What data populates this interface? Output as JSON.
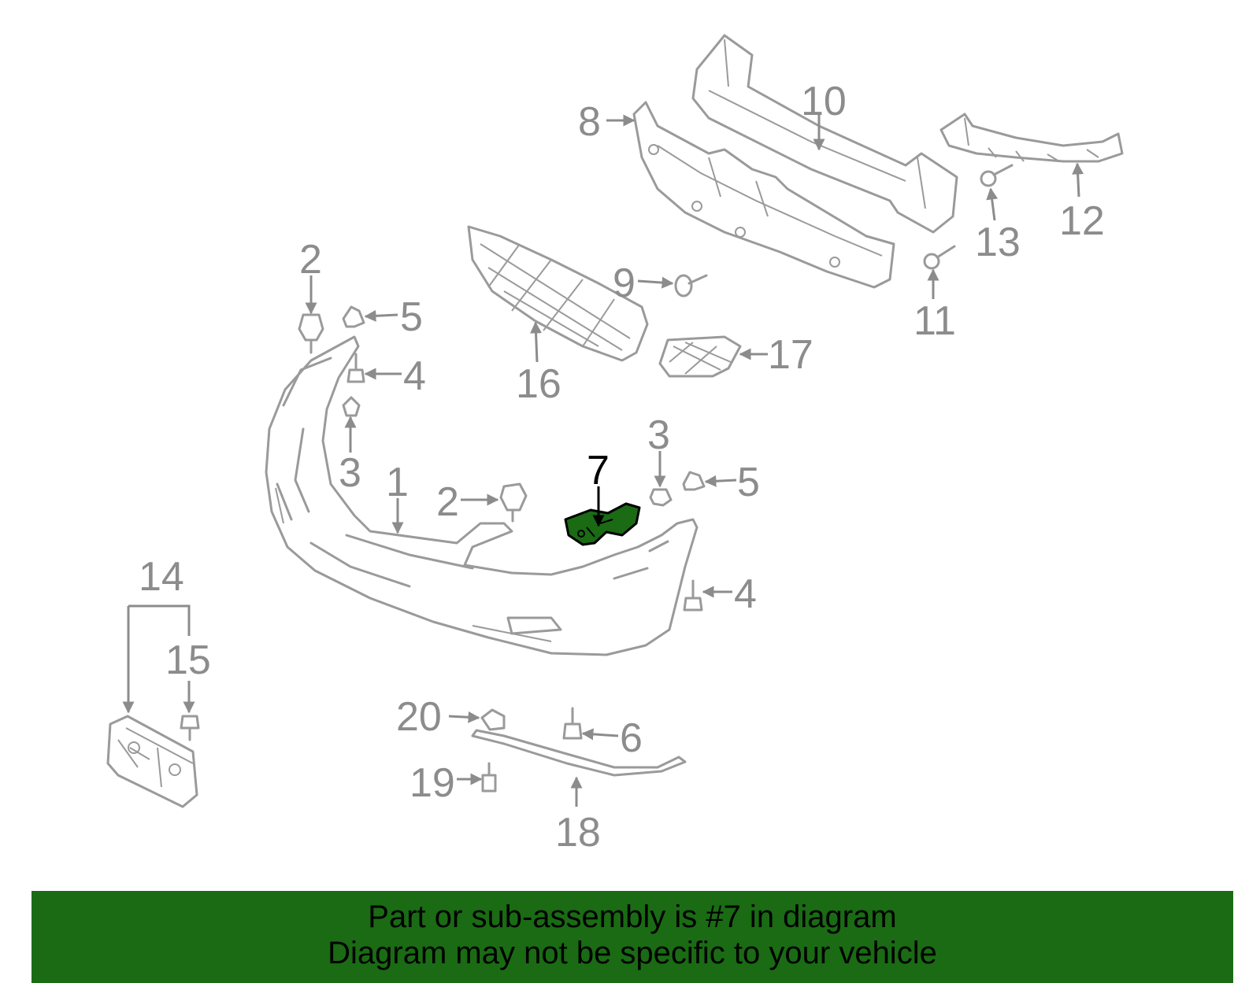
{
  "highlight_color": "#1a6b14",
  "part_color": "#9a9a9a",
  "callouts": {
    "c1": "1",
    "c2a": "2",
    "c2b": "2",
    "c3a": "3",
    "c3b": "3",
    "c4a": "4",
    "c4b": "4",
    "c5a": "5",
    "c5b": "5",
    "c6": "6",
    "c7": "7",
    "c8": "8",
    "c9": "9",
    "c10": "10",
    "c11": "11",
    "c12": "12",
    "c13": "13",
    "c14": "14",
    "c15": "15",
    "c16": "16",
    "c17": "17",
    "c18": "18",
    "c19": "19",
    "c20": "20"
  },
  "banner": {
    "line1": "Part or sub-assembly is #7 in diagram",
    "line2": "Diagram may not be specific to your vehicle"
  }
}
